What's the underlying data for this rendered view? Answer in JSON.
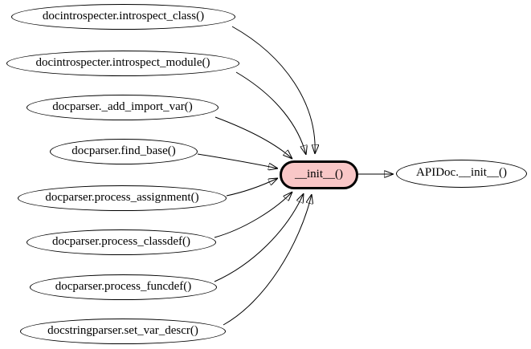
{
  "colors": {
    "background": "#ffffff",
    "node-fill": "#ffffff",
    "node-stroke": "#000000",
    "center-fill": "#f9c7c7",
    "edge-color": "#000000",
    "text-color": "#000000"
  },
  "graph": {
    "callers": [
      {
        "label": "docintrospecter.introspect_class()"
      },
      {
        "label": "docintrospecter.introspect_module()"
      },
      {
        "label": "docparser._add_import_var()"
      },
      {
        "label": "docparser.find_base()"
      },
      {
        "label": "docparser.process_assignment()"
      },
      {
        "label": "docparser.process_classdef()"
      },
      {
        "label": "docparser.process_funcdef()"
      },
      {
        "label": "docstringparser.set_var_descr()"
      }
    ],
    "center": {
      "label": "__init__()"
    },
    "callee": {
      "label": "APIDoc.__init__()"
    }
  }
}
